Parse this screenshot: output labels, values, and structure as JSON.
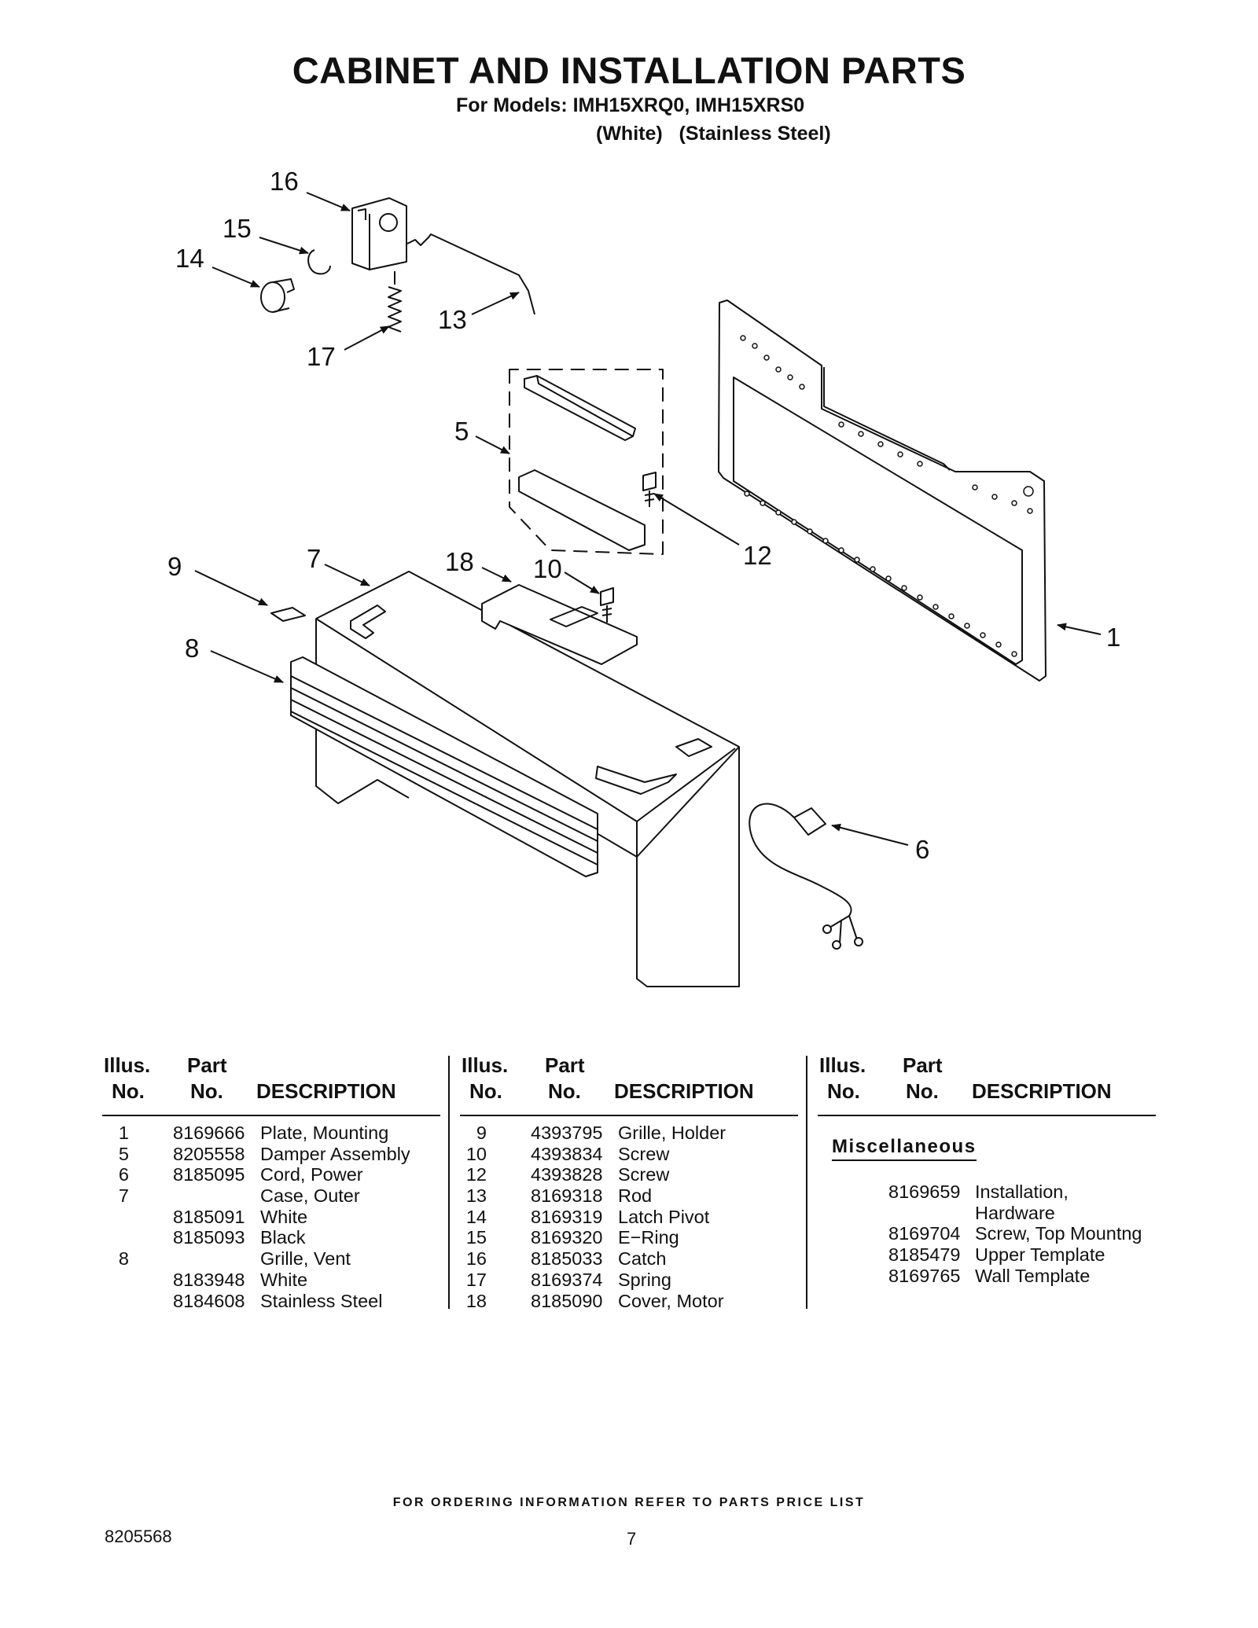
{
  "header": {
    "title": "CABINET AND INSTALLATION PARTS",
    "models_line": "For Models: IMH15XRQ0, IMH15XRS0",
    "variants_line": "(White)   (Stainless Steel)"
  },
  "diagram": {
    "callouts": {
      "c1": "1",
      "c5": "5",
      "c6": "6",
      "c7": "7",
      "c8": "8",
      "c9": "9",
      "c10": "10",
      "c12": "12",
      "c13": "13",
      "c14": "14",
      "c15": "15",
      "c16": "16",
      "c17": "17",
      "c18": "18"
    }
  },
  "table_headers": {
    "illus_1": "Illus.",
    "illus_2": "No.",
    "part_1": "Part",
    "part_2": "No.",
    "description": "DESCRIPTION"
  },
  "parts_left": [
    {
      "illus": "1",
      "part": "8169666",
      "desc": "Plate, Mounting"
    },
    {
      "illus": "5",
      "part": "8205558",
      "desc": "Damper Assembly"
    },
    {
      "illus": "6",
      "part": "8185095",
      "desc": "Cord, Power"
    },
    {
      "illus": "7",
      "part": "",
      "desc": "Case, Outer"
    },
    {
      "illus": "",
      "part": "8185091",
      "desc": "White"
    },
    {
      "illus": "",
      "part": "8185093",
      "desc": "Black"
    },
    {
      "illus": "8",
      "part": "",
      "desc": "Grille, Vent"
    },
    {
      "illus": "",
      "part": "8183948",
      "desc": "White"
    },
    {
      "illus": "",
      "part": "8184608",
      "desc": "Stainless Steel"
    }
  ],
  "parts_middle": [
    {
      "illus": "9",
      "part": "4393795",
      "desc": "Grille, Holder"
    },
    {
      "illus": "10",
      "part": "4393834",
      "desc": "Screw"
    },
    {
      "illus": "12",
      "part": "4393828",
      "desc": "Screw"
    },
    {
      "illus": "13",
      "part": "8169318",
      "desc": "Rod"
    },
    {
      "illus": "14",
      "part": "8169319",
      "desc": "Latch Pivot"
    },
    {
      "illus": "15",
      "part": "8169320",
      "desc": "E−Ring"
    },
    {
      "illus": "16",
      "part": "8185033",
      "desc": "Catch"
    },
    {
      "illus": "17",
      "part": "8169374",
      "desc": "Spring"
    },
    {
      "illus": "18",
      "part": "8185090",
      "desc": "Cover, Motor"
    }
  ],
  "miscellaneous": {
    "title": "Miscellaneous",
    "items": [
      {
        "part": "8169659",
        "desc": "Installation,"
      },
      {
        "part": "",
        "desc": "Hardware"
      },
      {
        "part": "8169704",
        "desc": "Screw, Top Mountng"
      },
      {
        "part": "8185479",
        "desc": "Upper Template"
      },
      {
        "part": "8169765",
        "desc": "Wall Template"
      }
    ]
  },
  "footer": {
    "note": "FOR ORDERING INFORMATION REFER TO PARTS PRICE LIST",
    "doc_number": "8205568",
    "page_number": "7"
  }
}
